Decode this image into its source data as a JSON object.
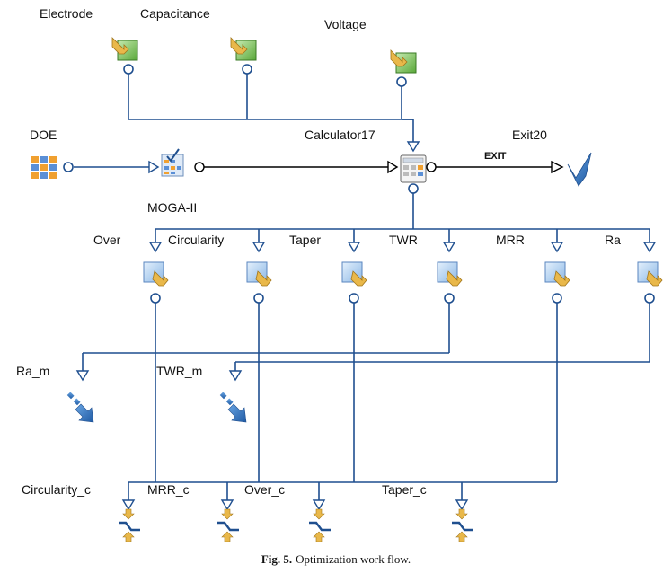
{
  "inputs": {
    "electrode": "Electrode",
    "capacitance": "Capacitance",
    "voltage": "Voltage"
  },
  "nodes": {
    "doe": "DOE",
    "moga": "MOGA-II",
    "calculator": "Calculator17",
    "exit_node": "Exit20",
    "exit_edge": "EXIT"
  },
  "outputs": {
    "over": "Over",
    "circularity": "Circularity",
    "taper": "Taper",
    "twr": "TWR",
    "mrr": "MRR",
    "ra": "Ra"
  },
  "objectives": {
    "ra_m": "Ra_m",
    "twr_m": "TWR_m"
  },
  "constraints": {
    "circularity_c": "Circularity_c",
    "mrr_c": "MRR_c",
    "over_c": "Over_c",
    "taper_c": "Taper_c"
  },
  "caption": {
    "label": "Fig. 5.",
    "text": "Optimization work flow."
  },
  "colors": {
    "wire": "#1f4f8f",
    "input_icon": "#7cc25b",
    "output_icon": "#a9c9ec",
    "arrow_icon": "#e9b84a",
    "objective_icon": "#2e6fb6"
  }
}
